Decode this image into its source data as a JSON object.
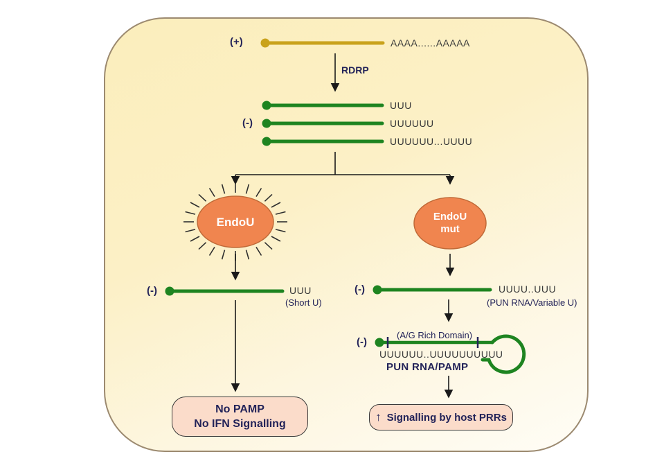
{
  "colors": {
    "gold": "#c9a21b",
    "green": "#1e8420",
    "orange": "#f0854f",
    "orange_border": "#c06a38",
    "box_pink": "#fbdcca",
    "navy": "#232359",
    "border_tan": "#9c8a70"
  },
  "plus_strand": {
    "polarity": "(+)",
    "tail": "AAAA......AAAAA"
  },
  "rdrp_label": "RDRP",
  "minus_strands": {
    "polarity": "(-)",
    "rows": [
      "UUU",
      "UUUUUU",
      "UUUUUU...UUUU"
    ]
  },
  "endou": {
    "label": "EndoU"
  },
  "endou_mut": {
    "label_line1": "EndoU",
    "label_line2": "mut"
  },
  "left_product": {
    "polarity": "(-)",
    "tail": "UUU",
    "caption": "(Short U)"
  },
  "right_product": {
    "polarity": "(-)",
    "tail": "UUUU..UUU",
    "caption": "(PUN RNA/Variable U)"
  },
  "hairpin": {
    "polarity": "(-)",
    "domain_label": "(A/G Rich Domain)",
    "polyu": "UUUUUU..UUUUUUUUUU",
    "name": "PUN RNA/PAMP"
  },
  "left_outcome": {
    "line1": "No PAMP",
    "line2": "No IFN Signalling"
  },
  "right_outcome": {
    "arrow": "↑",
    "text": "Signalling by host PRRs"
  }
}
